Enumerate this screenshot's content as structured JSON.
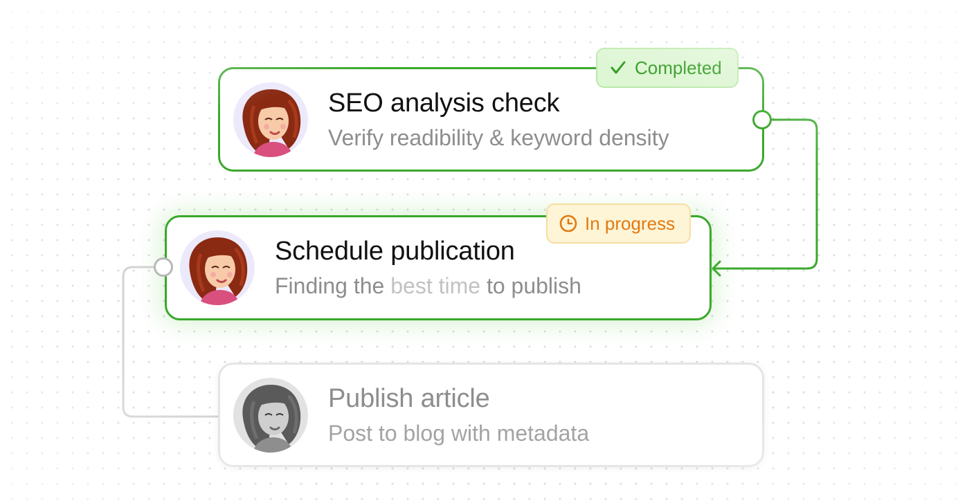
{
  "steps": [
    {
      "title": "SEO analysis check",
      "subtitle": "Verify readibility & keyword density",
      "status": "Completed",
      "status_icon": "check-icon",
      "state": "completed"
    },
    {
      "title": "Schedule publication",
      "subtitle_parts": [
        "Finding the ",
        "best time",
        " to publish"
      ],
      "status": "In progress",
      "status_icon": "clock-icon",
      "state": "in-progress"
    },
    {
      "title": "Publish article",
      "subtitle": "Post to blog with metadata",
      "state": "pending"
    }
  ],
  "colors": {
    "completed_border": "#3aa82b",
    "completed_badge_bg": "#ddf6d3",
    "completed_badge_text": "#2f9a1f",
    "progress_badge_bg": "#fef4d6",
    "progress_badge_text": "#e07a12",
    "pending_border": "#e5e5e5",
    "pending_connector": "#d4d4d4"
  }
}
